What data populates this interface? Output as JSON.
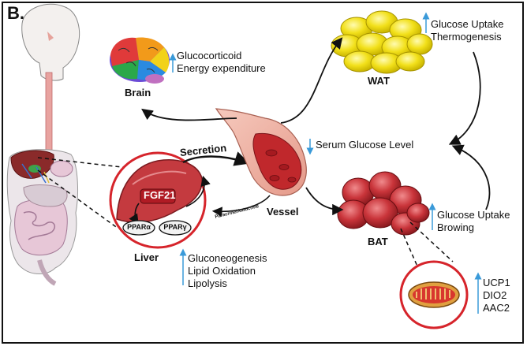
{
  "panel_label": "B.",
  "brain": {
    "label": "Brain",
    "effects": [
      "Glucocorticoid",
      "Energy expenditure"
    ],
    "arrow_direction": "up"
  },
  "wat": {
    "label": "WAT",
    "effects": [
      "Glucose Uptake",
      "Thermogenesis"
    ],
    "arrow_direction": "up"
  },
  "vessel": {
    "label": "Vessel",
    "serum": "Serum Glucose Level",
    "serum_arrow_direction": "down",
    "secretion": "Secretion",
    "paracrine": "Paracrine/Autocrine"
  },
  "liver": {
    "label": "Liver",
    "hormone": "FGF21",
    "receptors": [
      "PPARα",
      "PPARγ"
    ],
    "effects": [
      "Gluconeogenesis",
      "Lipid Oxidation",
      "Lipolysis"
    ],
    "arrow_direction": "up"
  },
  "bat": {
    "label": "BAT",
    "effects": [
      "Glucose Uptake",
      "Browing"
    ],
    "arrow_direction": "up"
  },
  "mitochondria": {
    "effects": [
      "UCP1",
      "DIO2",
      "AAC2"
    ],
    "arrow_direction": "up"
  },
  "colors": {
    "up_arrow": "#3a9ad9",
    "down_arrow": "#3a9ad9",
    "circle_outline": "#d6242b",
    "fgf21_fill": "#c8202a",
    "fat_yellow": "#f2e01a",
    "bat_red": "#c9343a"
  }
}
